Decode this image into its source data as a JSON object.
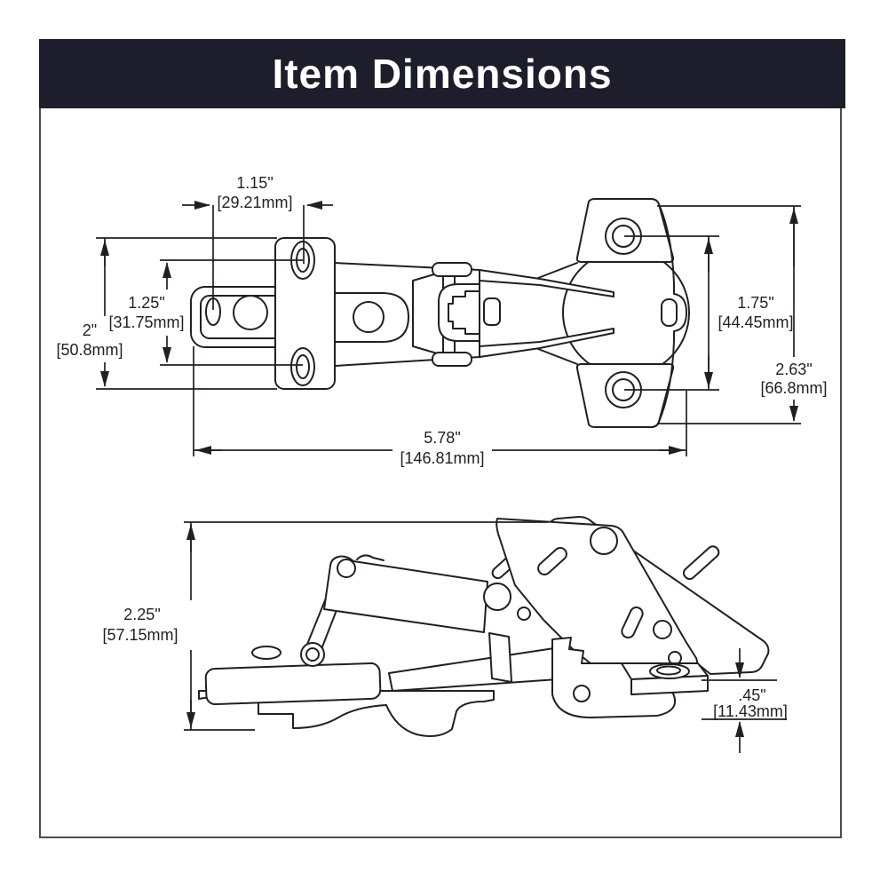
{
  "header": {
    "title": "Item Dimensions"
  },
  "colors": {
    "header_bg": "#1d1d2b",
    "header_text": "#ffffff",
    "line_color": "#231f20",
    "frame_border": "#4d4d4d",
    "canvas_bg": "#ffffff"
  },
  "top_view": {
    "description": "hinge plan view with dimension callouts",
    "dimensions": {
      "slot_offset": {
        "inches": "1.15\"",
        "mm": "[29.21mm]"
      },
      "plate_hole_spacing": {
        "inches": "1.25\"",
        "mm": "[31.75mm]"
      },
      "plate_height": {
        "inches": "2\"",
        "mm": "[50.8mm]"
      },
      "wing_hole_spacing": {
        "inches": "1.75\"",
        "mm": "[44.45mm]"
      },
      "wing_height": {
        "inches": "2.63\"",
        "mm": "[66.8mm]"
      },
      "overall_length": {
        "inches": "5.78\"",
        "mm": "[146.81mm]"
      }
    }
  },
  "side_view": {
    "description": "hinge side view with dimension callouts",
    "dimensions": {
      "overall_height": {
        "inches": "2.25\"",
        "mm": "[57.15mm]"
      },
      "base_height": {
        "inches": ".45\"",
        "mm": "[11.43mm]"
      }
    }
  }
}
